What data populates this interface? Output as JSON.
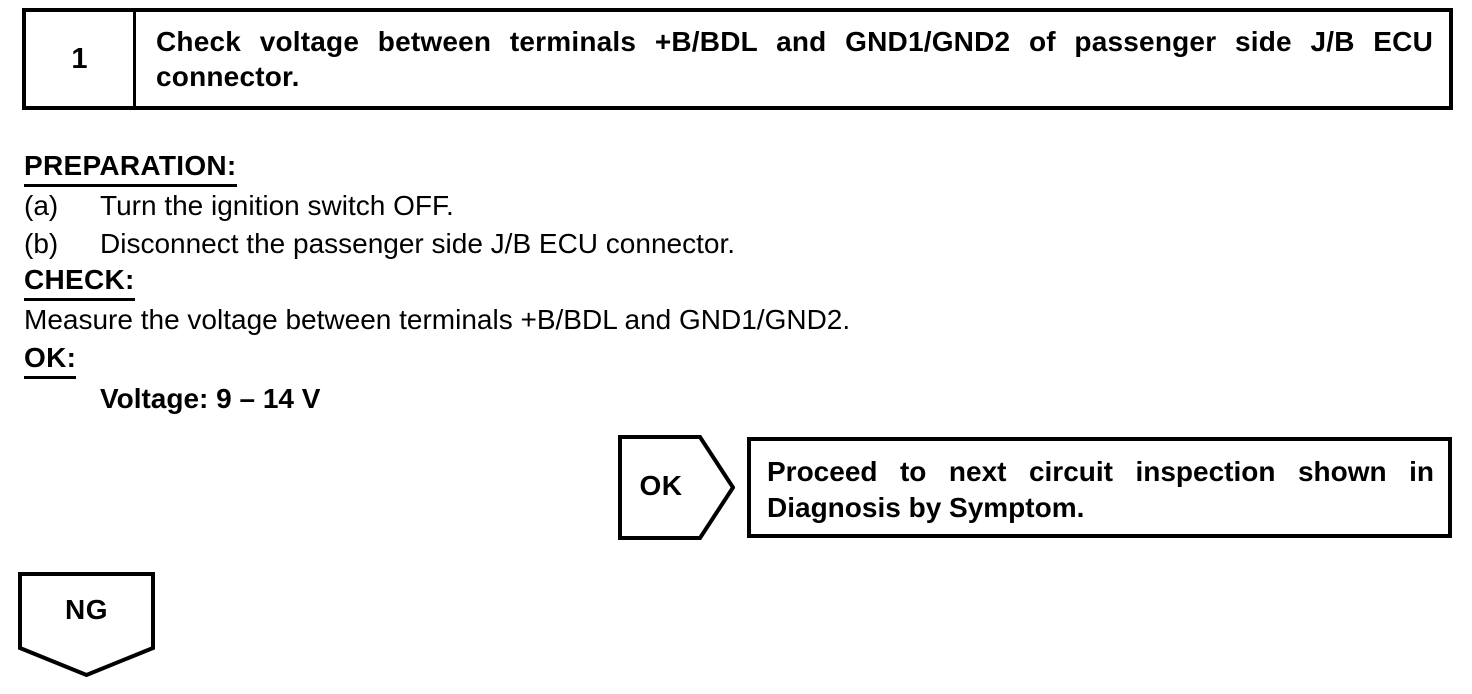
{
  "colors": {
    "ink": "#000000",
    "paper": "#ffffff"
  },
  "step_header": {
    "number": "1",
    "title": "Check voltage between terminals +B/BDL and GND1/GND2 of passenger side J/B ECU connector."
  },
  "procedure": {
    "preparation_label": "PREPARATION:",
    "steps": [
      {
        "marker": "(a)",
        "text": "Turn the ignition switch OFF."
      },
      {
        "marker": "(b)",
        "text": "Disconnect the passenger side J/B ECU connector."
      }
    ],
    "check_label": "CHECK:",
    "check_text": "Measure the voltage between terminals +B/BDL and GND1/GND2.",
    "ok_label": "OK:",
    "ok_spec": "Voltage: 9 – 14 V"
  },
  "flow": {
    "ok_connector": {
      "label": "OK",
      "result": "Proceed to next circuit inspection shown in Diagnosis by Symptom."
    },
    "ng_connector": {
      "label": "NG"
    }
  }
}
